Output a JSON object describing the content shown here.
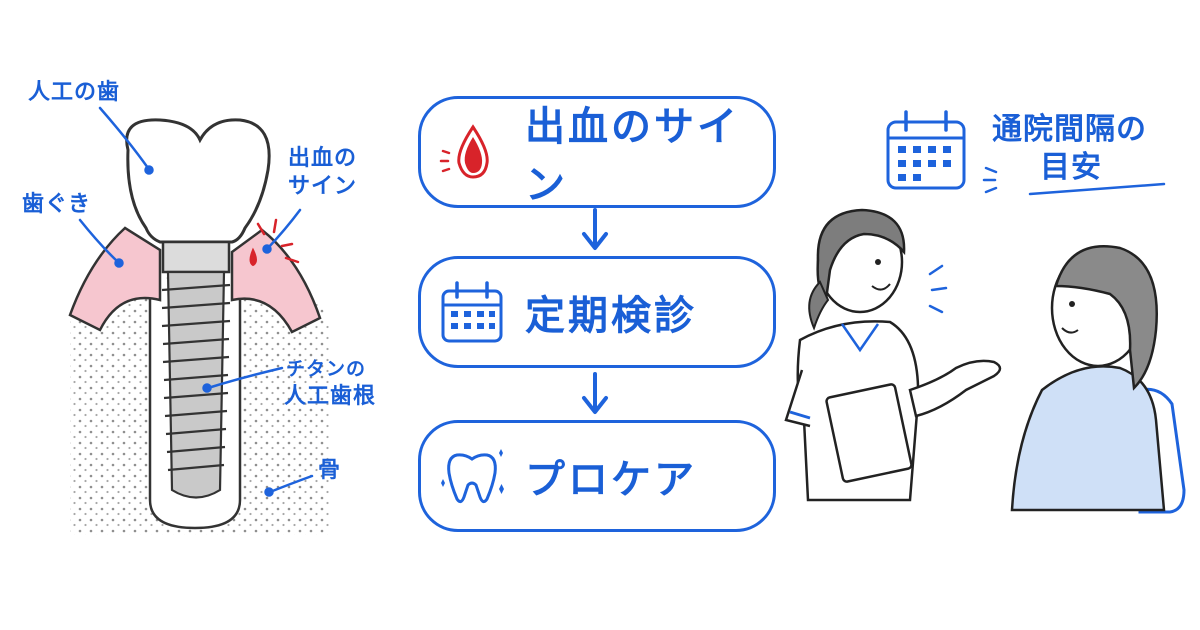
{
  "implant_labels": {
    "artificial_tooth": "人工の歯",
    "gum": "歯ぐき",
    "bleeding_sign_line1": "出血の",
    "bleeding_sign_line2": "サイン",
    "titanium_root_line1": "チタンの",
    "titanium_root_line2": "人工歯根",
    "bone": "骨"
  },
  "flow": {
    "steps": [
      {
        "label": "出血のサイン",
        "icon": "blood-drop-icon"
      },
      {
        "label": "定期検診",
        "icon": "calendar-icon"
      },
      {
        "label": "プロケア",
        "icon": "tooth-icon"
      }
    ]
  },
  "visit_interval": {
    "line1": "通院間隔の",
    "line2": "目安"
  },
  "colors": {
    "accent_blue": "#1e63dc",
    "gum_pink": "#f6c6cf",
    "blood_red": "#d8232a",
    "bone_dots": "#9a9a9a",
    "shirt_blue": "#cfe0f7"
  }
}
